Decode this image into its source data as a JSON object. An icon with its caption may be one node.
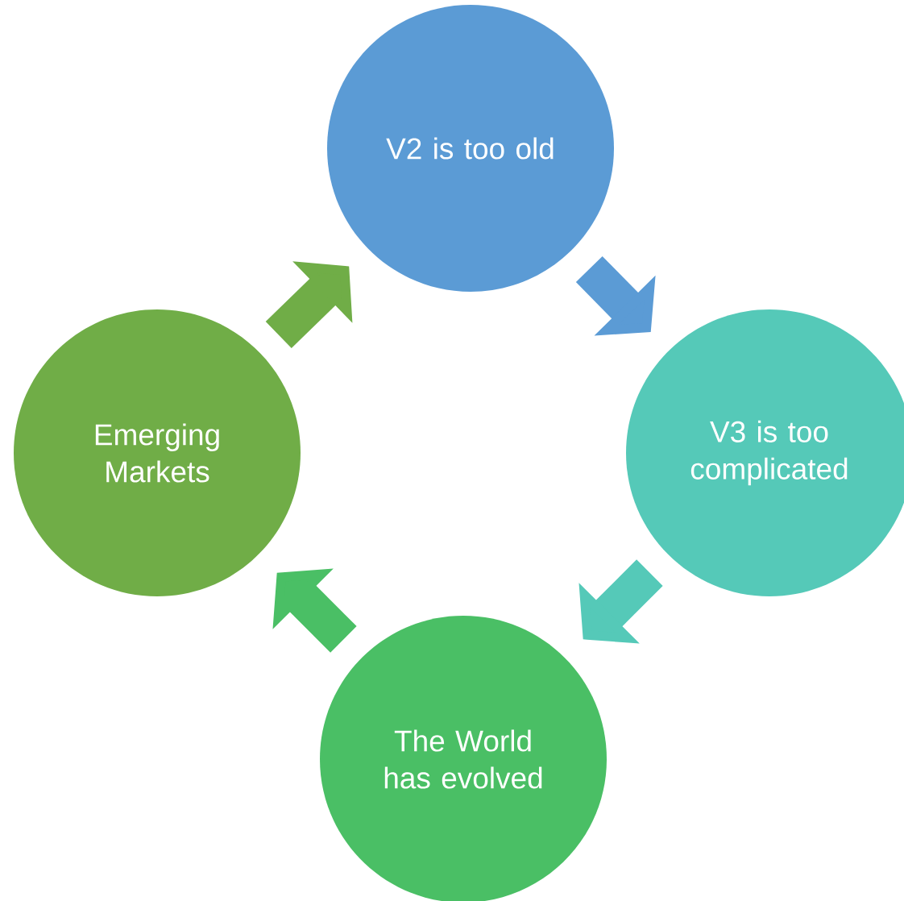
{
  "diagram": {
    "nodes": [
      {
        "text": [
          "V2 is too old"
        ]
      },
      {
        "text": [
          "V3 is too complicated"
        ]
      },
      {
        "text": [
          "The World has evolved"
        ]
      },
      {
        "text": [
          "Emerging Markets"
        ]
      }
    ],
    "edges": [
      {
        "from": 0,
        "to": 1,
        "arrow": "to",
        "color": "#5b9bd5"
      },
      {
        "from": 1,
        "to": 2,
        "arrow": "to",
        "color": "#55c9b8"
      },
      {
        "from": 2,
        "to": 3,
        "arrow": "to",
        "color": "#4abf65"
      },
      {
        "from": 3,
        "to": 0,
        "arrow": "to",
        "color": "#70ad47"
      }
    ]
  }
}
